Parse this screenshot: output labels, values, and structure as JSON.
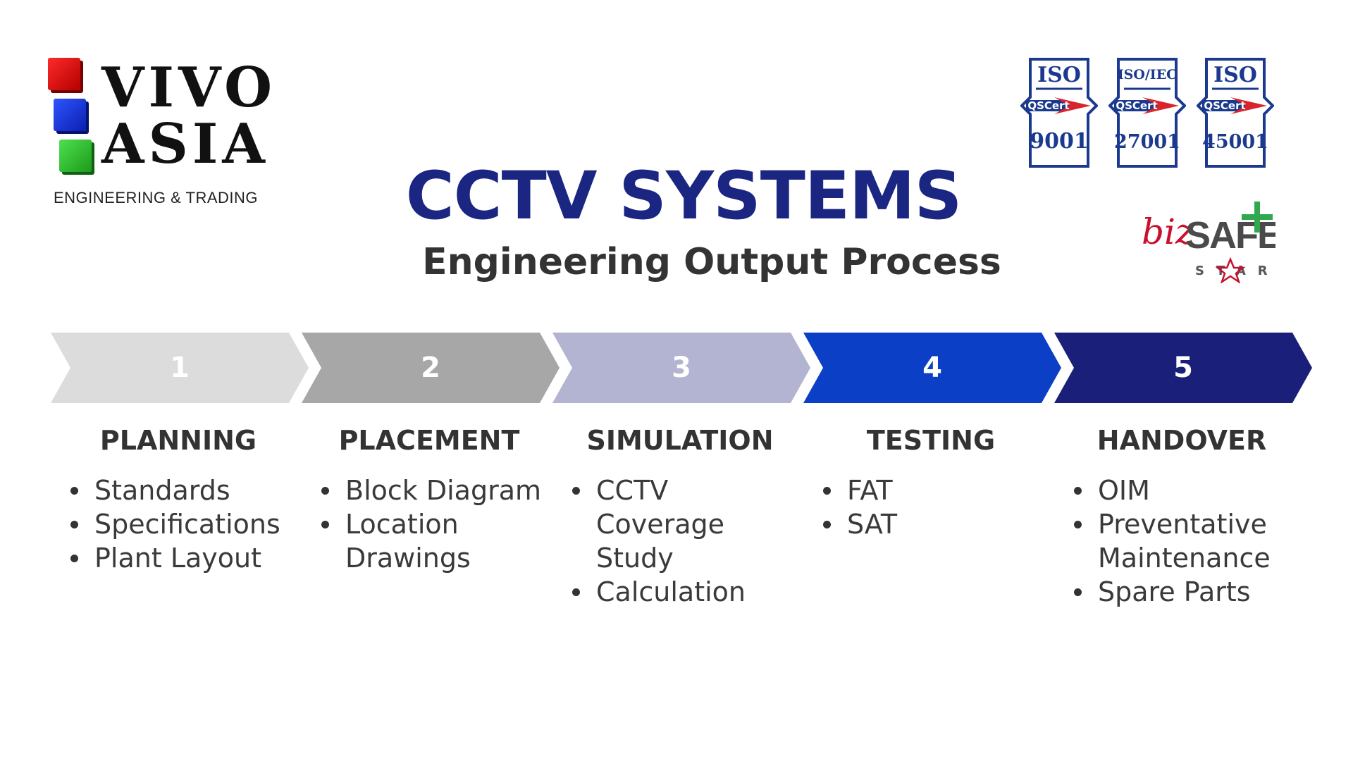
{
  "logo": {
    "line1": "VIVO",
    "line2": "ASIA",
    "tagline": "ENGINEERING & TRADING"
  },
  "title": "CCTV SYSTEMS",
  "subtitle": "Engineering Output Process",
  "certifications": [
    {
      "standard": "ISO",
      "body": "QSCert",
      "number": "9001"
    },
    {
      "standard": "ISO/IEC",
      "body": "QSCert",
      "number": "27001"
    },
    {
      "standard": "ISO",
      "body": "QSCert",
      "number": "45001"
    }
  ],
  "bizsafe": {
    "biz": "biz",
    "safe": "SAFE",
    "star": "STAR"
  },
  "steps": [
    {
      "number": "1",
      "title": "PLANNING",
      "color": "#dcdcdc",
      "items": [
        "Standards",
        "Specifications",
        "Plant Layout"
      ]
    },
    {
      "number": "2",
      "title": "PLACEMENT",
      "color": "#a7a7a7",
      "items": [
        "Block Diagram",
        "Location Drawings"
      ]
    },
    {
      "number": "3",
      "title": "SIMULATION",
      "color": "#b3b3d2",
      "items": [
        "CCTV Coverage Study",
        "Calculation"
      ]
    },
    {
      "number": "4",
      "title": "TESTING",
      "color": "#0b3fc5",
      "items": [
        "FAT",
        "SAT"
      ]
    },
    {
      "number": "5",
      "title": "HANDOVER",
      "color": "#1a1f7a",
      "items": [
        "OIM",
        "Preventative Maintenance",
        "Spare Parts"
      ]
    }
  ],
  "colors": {
    "title": "#1a2681",
    "iso_blue": "#1b3a8f",
    "iso_red": "#d8242a",
    "bizsafe_red": "#c8102e",
    "bizsafe_green": "#2fa84f"
  }
}
